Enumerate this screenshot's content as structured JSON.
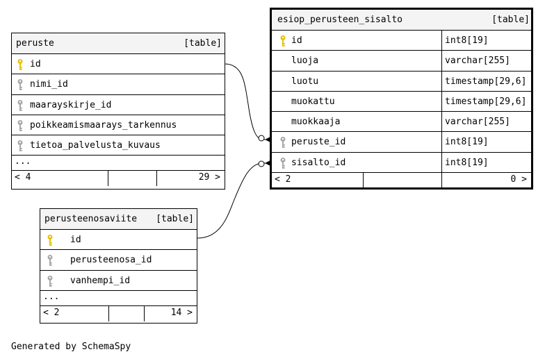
{
  "tables": {
    "peruste": {
      "name": "peruste",
      "kind": "[table]",
      "columns": [
        {
          "name": "id",
          "key": "primary"
        },
        {
          "name": "nimi_id",
          "key": "foreign"
        },
        {
          "name": "maarayskirje_id",
          "key": "foreign"
        },
        {
          "name": "poikkeamismaarays_tarkennus",
          "key": "foreign"
        },
        {
          "name": "tietoa_palvelusta_kuvaus",
          "key": "foreign"
        }
      ],
      "more": "...",
      "footer": {
        "left": "< 4",
        "right": "29 >"
      }
    },
    "perusteenosaviite": {
      "name": "perusteenosaviite",
      "kind": "[table]",
      "columns": [
        {
          "name": "id",
          "key": "primary"
        },
        {
          "name": "perusteenosa_id",
          "key": "foreign"
        },
        {
          "name": "vanhempi_id",
          "key": "foreign"
        }
      ],
      "more": "...",
      "footer": {
        "left": "< 2",
        "right": "14 >"
      }
    },
    "esiop": {
      "name": "esiop_perusteen_sisalto",
      "kind": "[table]",
      "columns": [
        {
          "name": "id",
          "type": "int8[19]",
          "key": "primary"
        },
        {
          "name": "luoja",
          "type": "varchar[255]",
          "key": "none"
        },
        {
          "name": "luotu",
          "type": "timestamp[29,6]",
          "key": "none"
        },
        {
          "name": "muokattu",
          "type": "timestamp[29,6]",
          "key": "none"
        },
        {
          "name": "muokkaaja",
          "type": "varchar[255]",
          "key": "none"
        },
        {
          "name": "peruste_id",
          "type": "int8[19]",
          "key": "foreign"
        },
        {
          "name": "sisalto_id",
          "type": "int8[19]",
          "key": "foreign"
        }
      ],
      "footer": {
        "left": "< 2",
        "right": "0 >"
      }
    }
  },
  "relationships": [
    {
      "from": "esiop_perusteen_sisalto.peruste_id",
      "to": "peruste.id"
    },
    {
      "from": "esiop_perusteen_sisalto.sisalto_id",
      "to": "perusteenosaviite.id"
    }
  ],
  "colors": {
    "primary_key": "#e6c200",
    "foreign_key": "#a8a8a8",
    "header_bg": "#f4f4f4"
  },
  "credit": "Generated by SchemaSpy"
}
